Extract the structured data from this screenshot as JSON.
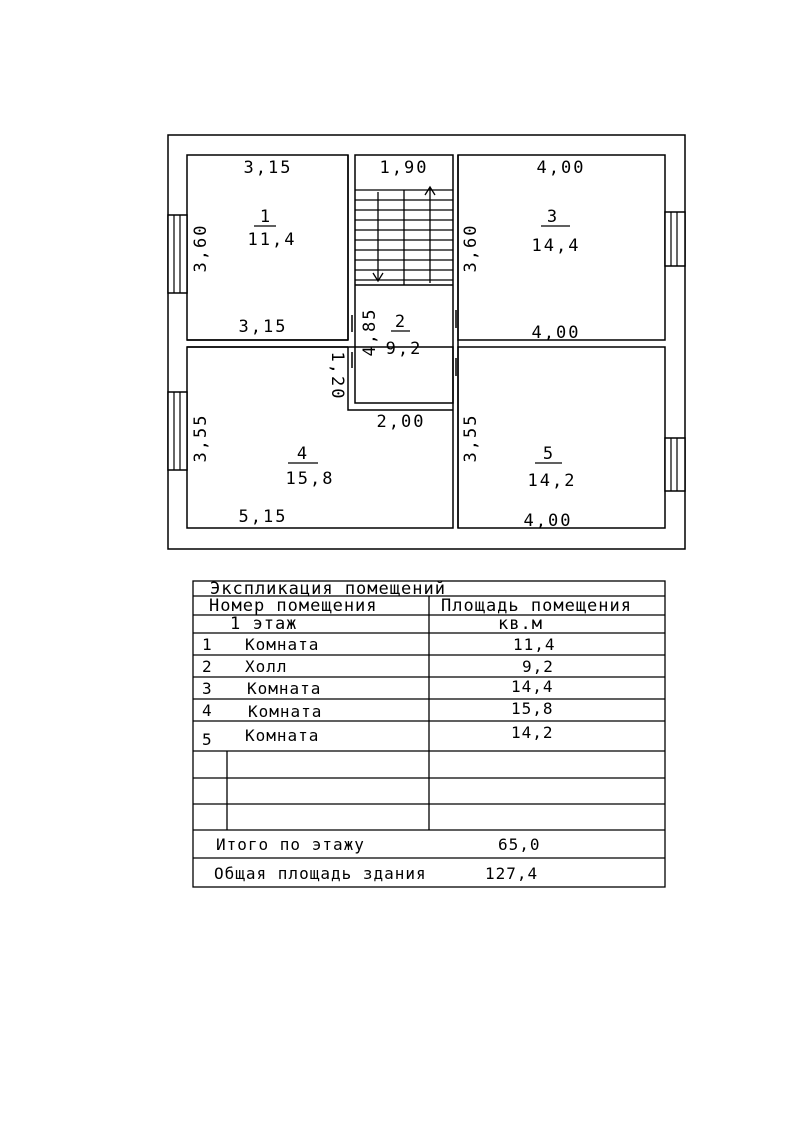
{
  "plan": {
    "rooms": [
      {
        "number": "1",
        "area": "11,4"
      },
      {
        "number": "2",
        "area": "9,2"
      },
      {
        "number": "3",
        "area": "14,4"
      },
      {
        "number": "4",
        "area": "15,8"
      },
      {
        "number": "5",
        "area": "14,2"
      }
    ],
    "dimensions": {
      "r1_top": "3,15",
      "r1_side": "3,60",
      "r1_bottom": "3,15",
      "stair_top": "1,90",
      "hall_side": "4,85",
      "hall_step": "1,20",
      "hall_bottom": "2,00",
      "r3_top": "4,00",
      "r3_side": "3,60",
      "r3_bottom": "4,00",
      "r4_side": "3,55",
      "r4_bottom": "5,15",
      "r5_side": "3,55",
      "r5_bottom": "4,00"
    }
  },
  "table": {
    "title": "Экспликация помещений",
    "col1_header": "Номер помещения",
    "col2_header": "Площадь помещения",
    "floor_label": "1 этаж",
    "unit_label": "кв.м",
    "rows": [
      {
        "num": "1",
        "name": "Комната",
        "area": "11,4"
      },
      {
        "num": "2",
        "name": "Холл",
        "area": "9,2"
      },
      {
        "num": "3",
        "name": "Комната",
        "area": "14,4"
      },
      {
        "num": "4",
        "name": "Комната",
        "area": "15,8"
      },
      {
        "num": "5",
        "name": "Комната",
        "area": "14,2"
      }
    ],
    "total_label": "Итого по этажу",
    "total_value": "65,0",
    "building_label": "Общая площадь здания",
    "building_value": "127,4"
  }
}
